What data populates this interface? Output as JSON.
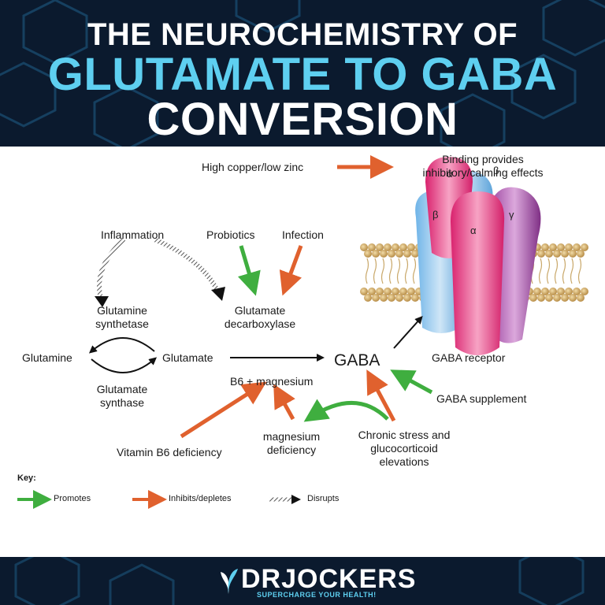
{
  "header": {
    "line1": "THE NEUROCHEMISTRY OF",
    "line2": "GLUTAMATE TO GABA",
    "line3": "CONVERSION"
  },
  "diagram": {
    "high_copper": "High copper/low zinc",
    "binding": "Binding provides\ninhibitory/calming effects",
    "inflammation": "Inflammation",
    "probiotics": "Probiotics",
    "infection": "Infection",
    "glutamine_synthetase": "Glutamine\nsynthetase",
    "glutamate_decarboxylase": "Glutamate\ndecarboxylase",
    "glutamine": "Glutamine",
    "glutamate": "Glutamate",
    "gaba": "GABA",
    "glutamate_synthase": "Glutamate\nsynthase",
    "b6_magnesium": "B6 + magnesium",
    "gaba_receptor": "GABA receptor",
    "gaba_supplement": "GABA supplement",
    "vitamin_b6": "Vitamin B6 deficiency",
    "magnesium_def": "magnesium\ndeficiency",
    "chronic_stress": "Chronic stress and\nglucocorticoid\nelevations",
    "receptor_subunits": {
      "alpha": "α",
      "beta": "β",
      "gamma": "γ"
    }
  },
  "key": {
    "title": "Key:",
    "promotes": "Promotes",
    "inhibits": "Inhibits/depletes",
    "disrupts": "Disrupts"
  },
  "footer": {
    "brand": "DRJOCKERS",
    "tagline": "SUPERCHARGE YOUR HEALTH!"
  },
  "colors": {
    "promote": "#3fae3f",
    "inhibit": "#e0612e",
    "title_accent": "#5ecff0",
    "header_bg": "#0b1a2e"
  }
}
